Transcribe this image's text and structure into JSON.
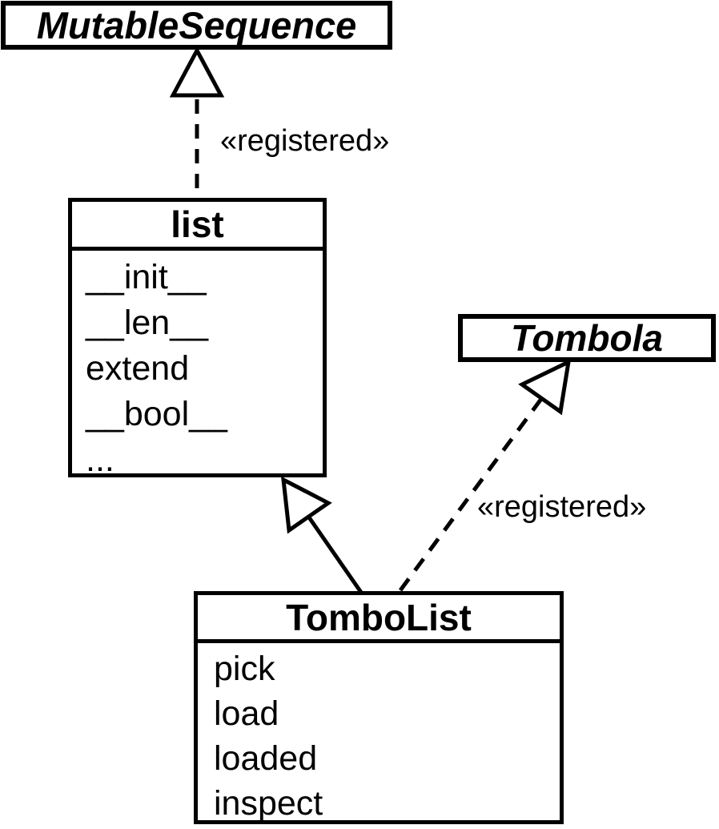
{
  "diagram": {
    "title": "UML class diagram",
    "background_color": "#ffffff",
    "stroke_color": "#000000"
  },
  "classes": {
    "mutable_sequence": {
      "name": "MutableSequence",
      "abstract": true
    },
    "list": {
      "name": "list",
      "abstract": false,
      "methods": [
        "__init__",
        "__len__",
        "extend",
        "__bool__",
        "..."
      ]
    },
    "tombola": {
      "name": "Tombola",
      "abstract": true
    },
    "tombolist": {
      "name": "TomboList",
      "abstract": false,
      "methods": [
        "pick",
        "load",
        "loaded",
        "inspect"
      ]
    }
  },
  "relationships": {
    "list_to_mutable_sequence": {
      "from": "list",
      "to": "MutableSequence",
      "style": "dashed-hollow-triangle",
      "label": "«registered»"
    },
    "tombolist_to_list": {
      "from": "TomboList",
      "to": "list",
      "style": "solid-hollow-triangle",
      "label": ""
    },
    "tombolist_to_tombola": {
      "from": "TomboList",
      "to": "Tombola",
      "style": "dashed-hollow-triangle",
      "label": "«registered»"
    }
  }
}
